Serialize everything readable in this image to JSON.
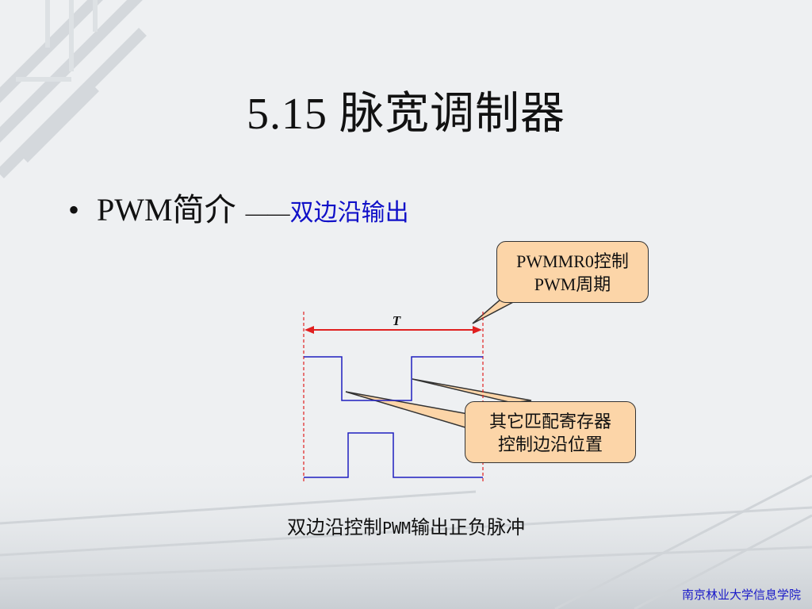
{
  "slide": {
    "title": "5.15  脉宽调制器",
    "bullet": {
      "symbol": "•",
      "main": "PWM简介",
      "dash": "——",
      "sub": "双边沿输出"
    },
    "diagram": {
      "period_label": "T",
      "callout_top": {
        "line1": "PWMMR0控制",
        "line2": "PWM周期"
      },
      "callout_bottom": {
        "line1": "其它匹配寄存器",
        "line2": "控制边沿位置"
      }
    },
    "caption": {
      "part1": "双边沿控制",
      "part2": "PWM",
      "part3": "输出正负脉冲"
    },
    "footer": "南京林业大学信息学院"
  },
  "colors": {
    "signal": "#1f1fc0",
    "guide": "#e02020",
    "callout_fill": "#fcd5a8",
    "subtitle": "#1010c8"
  }
}
